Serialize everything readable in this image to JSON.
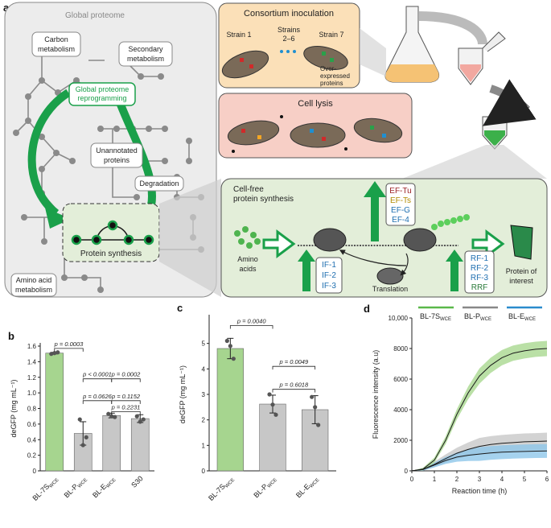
{
  "panel_a": {
    "letter": "a",
    "global_proteome": "Global proteome",
    "nodes": {
      "carbon": [
        "Carbon",
        "metabolism"
      ],
      "secondary": [
        "Secondary",
        "metabolism"
      ],
      "reprogramming": [
        "Global proteome",
        "reprogramming"
      ],
      "unannotated": [
        "Unannotated",
        "proteins"
      ],
      "degradation": "Degradation",
      "protein_synthesis": "Protein synthesis",
      "amino_acid": [
        "Amino acid",
        "metabolism"
      ]
    },
    "consortium": {
      "title": "Consortium inoculation",
      "strain1": "Strain 1",
      "strains_mid": [
        "Strains",
        "2–6"
      ],
      "strain7": "Strain 7",
      "overexpressed": [
        "Over-",
        "expressed",
        "proteins"
      ]
    },
    "lysis": {
      "title": "Cell lysis"
    },
    "cfps": {
      "title": [
        "Cell-free",
        "protein synthesis"
      ],
      "amino": [
        "Amino",
        "acids"
      ],
      "elongation": [
        "EF-Tu",
        "EF-Ts",
        "EF-G",
        "EF-4"
      ],
      "initiation": [
        "IF-1",
        "IF-2",
        "IF-3"
      ],
      "release": [
        "RF-1",
        "RF-2",
        "RF-3",
        "RRF"
      ],
      "translation": "Translation",
      "product": [
        "Protein of",
        "interest"
      ]
    },
    "colors": {
      "green": "#1aa04a",
      "light_green": "#e3eed9",
      "orange": "#fbe0b8",
      "pink": "#f7cfc6",
      "gray_box": "#ececec"
    }
  },
  "panel_b": {
    "letter": "b",
    "chart_data": {
      "type": "bar",
      "ylabel": "deGFP (mg mL⁻¹)",
      "ylim": [
        0,
        1.6
      ],
      "yticks": [
        "0",
        "0.2",
        "0.4",
        "0.6",
        "0.8",
        "1.0",
        "1.2",
        "1.4",
        "1.6"
      ],
      "categories": [
        "BL-7S",
        "BL-P",
        "BL-E",
        "S30"
      ],
      "subscripts": [
        "WCE",
        "WCE",
        "WCE",
        ""
      ],
      "values": [
        1.51,
        0.48,
        0.71,
        0.67
      ],
      "errors": [
        0.01,
        0.15,
        0.03,
        0.05
      ],
      "colors": [
        "#a6d58f",
        "#c7c7c7",
        "#c7c7c7",
        "#c7c7c7"
      ],
      "points": [
        [
          1.5,
          1.51,
          1.52
        ],
        [
          0.66,
          0.33,
          0.43
        ],
        [
          0.73,
          0.7,
          0.69
        ],
        [
          0.7,
          0.63,
          0.66
        ]
      ],
      "pvalues": [
        "p = 0.0003",
        "p < 0.0001",
        "p = 0.0002",
        "p = 0.0626",
        "p = 0.1152",
        "p = 0.2231"
      ]
    }
  },
  "panel_c": {
    "letter": "c",
    "chart_data": {
      "type": "bar",
      "ylabel": "deGFP (mg mL⁻¹)",
      "ylim": [
        0,
        6
      ],
      "yticks": [
        "0",
        "1",
        "2",
        "3",
        "4",
        "5"
      ],
      "categories": [
        "BL-7S",
        "BL-P",
        "BL-E"
      ],
      "subscripts": [
        "WCE",
        "WCE",
        "WCE"
      ],
      "values": [
        4.8,
        2.62,
        2.4
      ],
      "errors": [
        0.4,
        0.35,
        0.55
      ],
      "colors": [
        "#a6d58f",
        "#c7c7c7",
        "#c7c7c7"
      ],
      "points": [
        [
          5.1,
          4.9,
          4.4
        ],
        [
          3.0,
          2.6,
          2.2
        ],
        [
          2.9,
          2.5,
          1.8
        ]
      ],
      "pvalues": [
        "p = 0.0040",
        "p = 0.0049",
        "p = 0.6018"
      ]
    }
  },
  "panel_d": {
    "letter": "d",
    "chart_data": {
      "type": "line",
      "xlabel": "Reaction time (h)",
      "ylabel": "Fluorescence intensity (a.u)",
      "xlim": [
        0,
        6
      ],
      "ylim": [
        0,
        10000
      ],
      "xticks": [
        "0",
        "1",
        "2",
        "3",
        "4",
        "5",
        "6"
      ],
      "yticks": [
        "0",
        "2000",
        "4000",
        "6000",
        "8000",
        "10,000"
      ],
      "x": [
        0,
        0.5,
        1,
        1.5,
        2,
        2.5,
        3,
        3.5,
        4,
        4.5,
        5,
        5.5,
        6
      ],
      "series": [
        {
          "name": "BL-7S",
          "sub": "WCE",
          "color": "#5bb84a",
          "band": "#a9d890",
          "values": [
            0,
            120,
            700,
            2000,
            3700,
            5100,
            6200,
            6900,
            7400,
            7700,
            7850,
            7950,
            8000
          ],
          "spread": 500
        },
        {
          "name": "BL-P",
          "sub": "WCE",
          "color": "#888888",
          "band": "#c8c8c8",
          "values": [
            0,
            100,
            420,
            800,
            1150,
            1400,
            1600,
            1720,
            1800,
            1850,
            1900,
            1920,
            1950
          ],
          "spread": 550
        },
        {
          "name": "BL-E",
          "sub": "WCE",
          "color": "#2a8ccd",
          "band": "#8ec7ea",
          "values": [
            0,
            90,
            380,
            680,
            900,
            1020,
            1100,
            1170,
            1220,
            1250,
            1270,
            1290,
            1300
          ],
          "spread": 450
        }
      ]
    }
  }
}
